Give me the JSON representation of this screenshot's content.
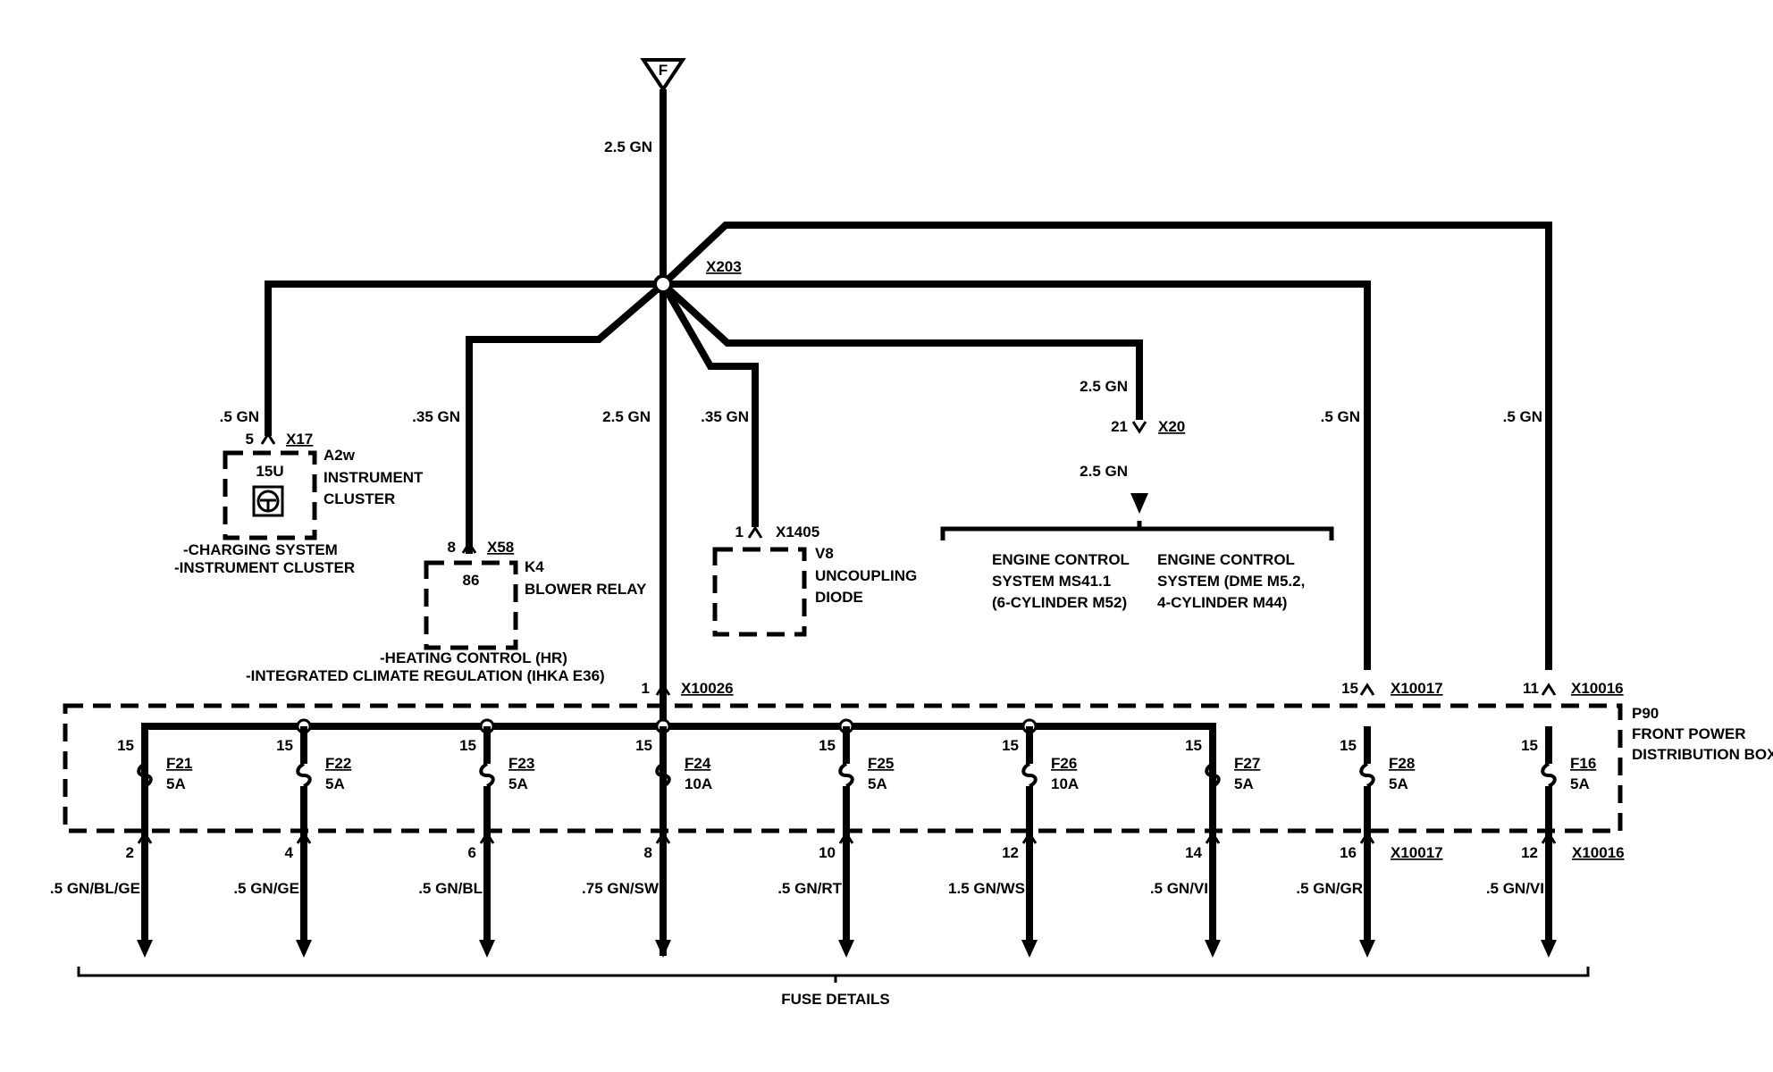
{
  "ground": {
    "label": "F"
  },
  "main_wire": {
    "label": "2.5 GN"
  },
  "splice": {
    "label": "X203"
  },
  "instrument_cluster": {
    "wire": ".5 GN",
    "pin": "5",
    "connector": "X17",
    "id": "A2w",
    "name_line1": "INSTRUMENT",
    "name_line2": "CLUSTER",
    "terminal": "15U",
    "note1": "-CHARGING SYSTEM",
    "note2": "-INSTRUMENT CLUSTER"
  },
  "blower_relay": {
    "wire": ".35 GN",
    "pin": "8",
    "connector": "X58",
    "id": "K4",
    "name": "BLOWER RELAY",
    "terminal": "86",
    "note1": "-HEATING CONTROL (HR)",
    "note2": "-INTEGRATED CLIMATE REGULATION (IHKA E36)"
  },
  "center_wire": {
    "label": "2.5 GN"
  },
  "diode": {
    "wire": ".35 GN",
    "pin": "1",
    "connector": "X1405",
    "id": "V8",
    "name_line1": "UNCOUPLING",
    "name_line2": "DIODE"
  },
  "engine_feed": {
    "wire_upper": "2.5 GN",
    "pin": "21",
    "connector": "X20",
    "wire_lower": "2.5 GN",
    "left_line1": "ENGINE CONTROL",
    "left_line2": "SYSTEM MS41.1",
    "left_line3": "(6-CYLINDER M52)",
    "right_line1": "ENGINE CONTROL",
    "right_line2": "SYSTEM (DME M5.2,",
    "right_line3": "4-CYLINDER M44)"
  },
  "right_feeds": [
    {
      "wire": ".5 GN",
      "pin": "15",
      "connector": "X10017"
    },
    {
      "wire": ".5 GN",
      "pin": "11",
      "connector": "X10016"
    }
  ],
  "input_x10026": {
    "pin": "1",
    "connector": "X10026"
  },
  "distribution_box": {
    "id": "P90",
    "name_line1": "FRONT POWER",
    "name_line2": "DISTRIBUTION BOX"
  },
  "fuses": [
    {
      "in_pin": "15",
      "name": "F21",
      "rating": "5A",
      "out_pin": "2",
      "wire": ".5 GN/BL/GE",
      "connector": ""
    },
    {
      "in_pin": "15",
      "name": "F22",
      "rating": "5A",
      "out_pin": "4",
      "wire": ".5 GN/GE",
      "connector": ""
    },
    {
      "in_pin": "15",
      "name": "F23",
      "rating": "5A",
      "out_pin": "6",
      "wire": ".5 GN/BL",
      "connector": ""
    },
    {
      "in_pin": "15",
      "name": "F24",
      "rating": "10A",
      "out_pin": "8",
      "wire": ".75 GN/SW",
      "connector": ""
    },
    {
      "in_pin": "15",
      "name": "F25",
      "rating": "5A",
      "out_pin": "10",
      "wire": ".5 GN/RT",
      "connector": ""
    },
    {
      "in_pin": "15",
      "name": "F26",
      "rating": "10A",
      "out_pin": "12",
      "wire": "1.5 GN/WS",
      "connector": ""
    },
    {
      "in_pin": "15",
      "name": "F27",
      "rating": "5A",
      "out_pin": "14",
      "wire": ".5 GN/VI",
      "connector": ""
    },
    {
      "in_pin": "15",
      "name": "F28",
      "rating": "5A",
      "out_pin": "16",
      "wire": ".5 GN/GR",
      "connector": "X10017"
    },
    {
      "in_pin": "15",
      "name": "F16",
      "rating": "5A",
      "out_pin": "12",
      "wire": ".5 GN/VI",
      "connector": "X10016"
    }
  ],
  "footer": {
    "label": "FUSE DETAILS"
  }
}
